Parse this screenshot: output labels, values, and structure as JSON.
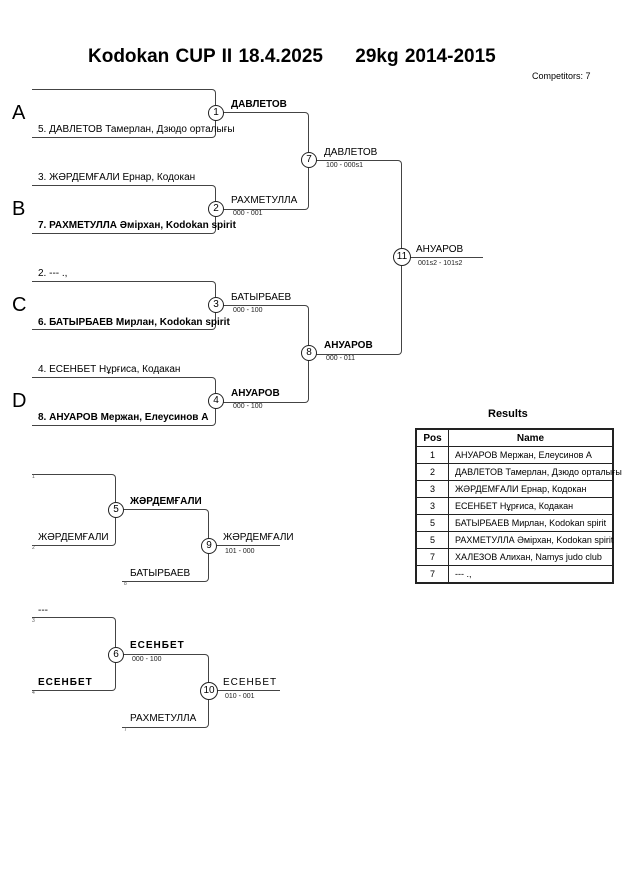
{
  "header": {
    "event": "Kodokan CUP II",
    "date": "18.4.2025",
    "category": "29kg 2014-2015",
    "competitors": "Competitors: 7"
  },
  "pools": [
    "A",
    "B",
    "C",
    "D"
  ],
  "entries": {
    "e1": "",
    "e5": "5. ДАВЛЕТОВ Тамерлан, Дзюдо орталығы",
    "e3": "3. ЖӘРДЕМҒАЛИ Ернар, Кодокан",
    "e7": "7. РАХМЕТУЛЛА  Әмірхан, Kodokan spirit",
    "e2": "2. --- .,",
    "e6": "6. БАТЫРБАЕВ  Мирлан, Kodokan spirit",
    "e4": "4. ЕСЕНБЕТ Нұрғиса, Кодакан",
    "e8": "8. АНУАРОВ Мержан, Елеусинов А"
  },
  "matches": {
    "m1": {
      "num": "1",
      "winner": "ДАВЛЕТОВ",
      "score": ""
    },
    "m2": {
      "num": "2",
      "winner": "РАХМЕТУЛЛА",
      "score": "000 - 001"
    },
    "m3": {
      "num": "3",
      "winner": "БАТЫРБАЕВ",
      "score": "000 - 100"
    },
    "m4": {
      "num": "4",
      "winner": "АНУАРОВ",
      "score": "000 - 100"
    },
    "m7": {
      "num": "7",
      "winner": "ДАВЛЕТОВ",
      "score": "100 - 000s1"
    },
    "m8": {
      "num": "8",
      "winner": "АНУАРОВ",
      "score": "000 - 011"
    },
    "m11": {
      "num": "11",
      "winner": "АНУАРОВ",
      "score": "001s2 - 101s2"
    }
  },
  "repechage": [
    {
      "top_idx": "1",
      "top_name": "",
      "bottom_idx": "2",
      "bottom_name": "ЖӘРДЕМҒАЛИ",
      "match": {
        "num": "5",
        "winner": "ЖӘРДЕМҒАЛИ",
        "score": ""
      },
      "third_idx": "8",
      "third_name": "БАТЫРБАЕВ",
      "final": {
        "num": "9",
        "winner": "ЖӘРДЕМҒАЛИ",
        "score": "101 - 000"
      }
    },
    {
      "top_idx": "3",
      "top_name": "---",
      "bottom_idx": "4",
      "bottom_name": "ЕСЕНБЕТ",
      "match": {
        "num": "6",
        "winner": "ЕСЕНБЕТ",
        "score": "000 - 100"
      },
      "third_idx": "7",
      "third_name": "РАХМЕТУЛЛА",
      "final": {
        "num": "10",
        "winner": "ЕСЕНБЕТ",
        "score": "010 - 001"
      }
    }
  ],
  "results": {
    "title": "Results",
    "headers": [
      "Pos",
      "Name"
    ],
    "rows": [
      {
        "pos": "1",
        "name": "АНУАРОВ Мержан, Елеусинов А"
      },
      {
        "pos": "2",
        "name": "ДАВЛЕТОВ Тамерлан, Дзюдо орталығы"
      },
      {
        "pos": "3",
        "name": "ЖӘРДЕМҒАЛИ Ернар, Кодокан"
      },
      {
        "pos": "3",
        "name": "ЕСЕНБЕТ Нұрғиса, Кодакан"
      },
      {
        "pos": "5",
        "name": "БАТЫРБАЕВ  Мирлан, Kodokan spirit"
      },
      {
        "pos": "5",
        "name": "РАХМЕТУЛЛА  Әмірхан, Kodokan spirit"
      },
      {
        "pos": "7",
        "name": "ХАЛЕЗОВ Алихан, Namys judo club"
      },
      {
        "pos": "7",
        "name": "--- .,"
      }
    ]
  }
}
